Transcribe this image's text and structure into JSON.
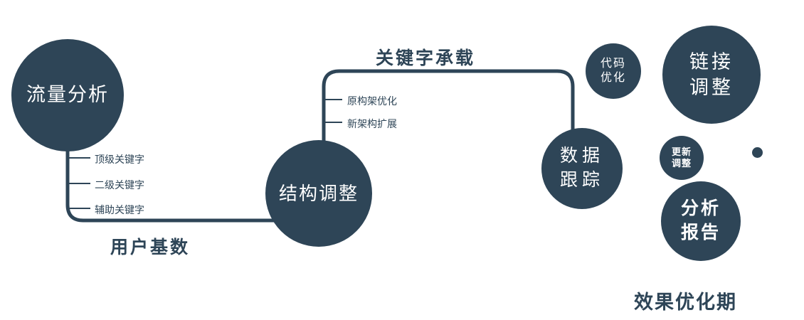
{
  "colors": {
    "primary": "#2e4557",
    "text_light": "#ffffff",
    "background": "#ffffff"
  },
  "nodes": {
    "traffic": {
      "label": "流量分析"
    },
    "structure": {
      "label": "结构调整"
    },
    "tracking": {
      "line1": "数据",
      "line2": "跟踪"
    },
    "code": {
      "line1": "代码",
      "line2": "优化"
    },
    "link": {
      "line1": "链接",
      "line2": "调整"
    },
    "update": {
      "line1": "更新",
      "line2": "调整"
    },
    "report": {
      "line1": "分析",
      "line2": "报告"
    }
  },
  "edge_labels": {
    "user_base": "用户基数",
    "keyword_carry": "关键字承载"
  },
  "branches": {
    "traffic": [
      "顶级关键字",
      "二级关键字",
      "辅助关键字"
    ],
    "structure": [
      "原构架优化",
      "新架构扩展"
    ]
  },
  "footer": {
    "label": "效果优化期"
  }
}
